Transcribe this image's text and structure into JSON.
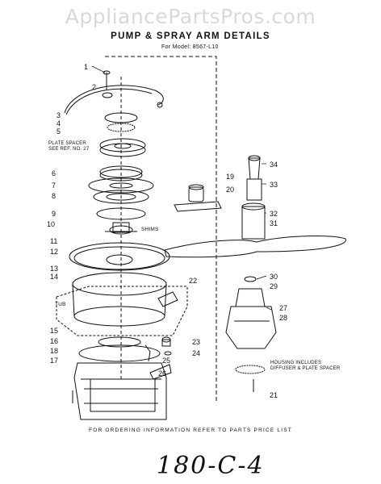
{
  "watermark": "AppliancePartsPros.com",
  "title": "PUMP & SPRAY ARM DETAILS",
  "subtitle": "For Model: 8567-L10",
  "notes": {
    "plate_spacer": [
      "PLATE SPACER",
      "SEE REF. NO. 27"
    ],
    "shims": "SHIMS",
    "tub": "TUB",
    "housing": [
      "HOUSING INCLUDES",
      "DIFFUSER & PLATE SPACER"
    ]
  },
  "footer": "FOR ORDERING INFORMATION REFER TO PARTS PRICE LIST",
  "handwritten": "180-C-4",
  "callouts": {
    "left": [
      "1",
      "2",
      "3",
      "4",
      "5",
      "6",
      "7",
      "8",
      "9",
      "10",
      "11",
      "12",
      "13",
      "14",
      "15",
      "16",
      "18",
      "17"
    ],
    "center": [
      "22",
      "23",
      "24",
      "25",
      "26"
    ],
    "arm": [
      "19",
      "20"
    ],
    "right": [
      "34",
      "33",
      "32",
      "31",
      "30",
      "29",
      "27",
      "28",
      "21"
    ]
  }
}
